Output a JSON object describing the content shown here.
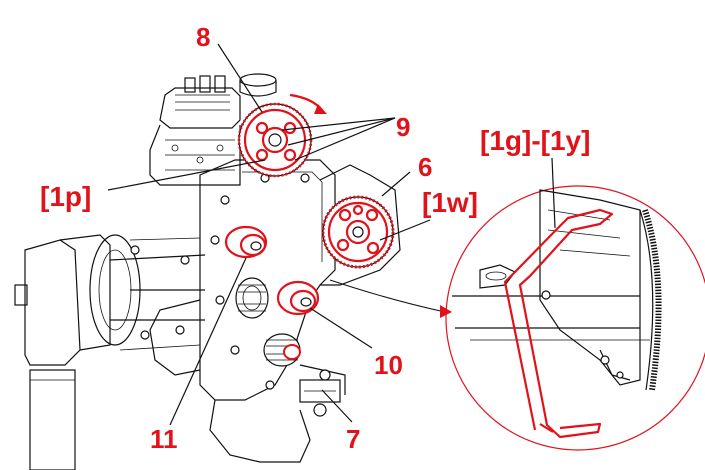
{
  "diagram": {
    "callouts": {
      "c8": "8",
      "c9": "9",
      "c6": "6",
      "c1p": "[1p]",
      "c1w": "[1w]",
      "c1g1y": "[1g]-[1y]",
      "c10": "10",
      "c11": "11",
      "c7": "7"
    },
    "accent_color": "#e1121a"
  }
}
